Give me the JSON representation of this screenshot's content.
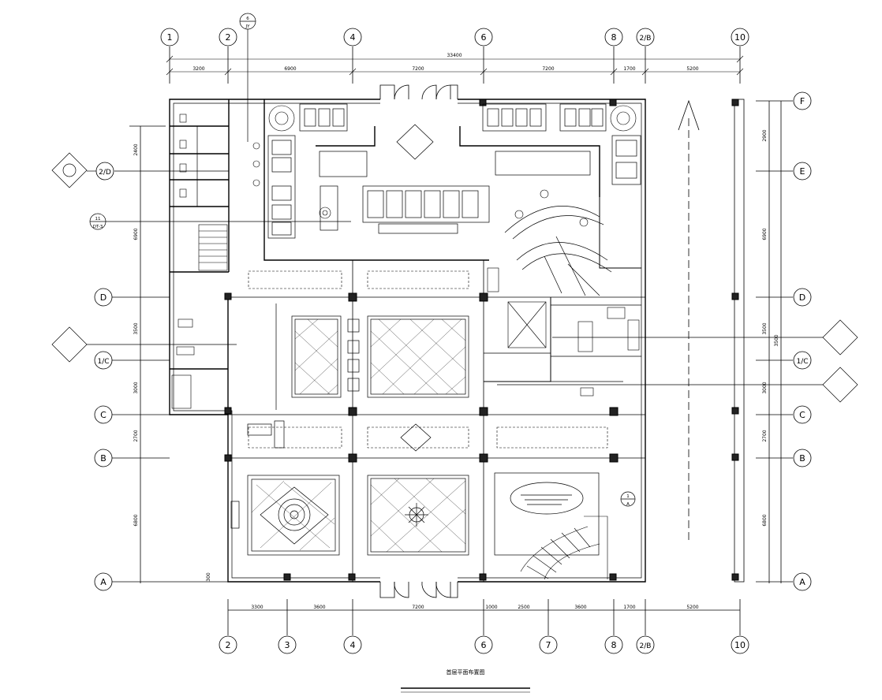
{
  "grid_top": [
    "1",
    "2",
    "4",
    "6",
    "8",
    "2/B",
    "10"
  ],
  "grid_bottom": [
    "2",
    "3",
    "4",
    "6",
    "7",
    "8",
    "2/B",
    "10"
  ],
  "grid_left": [
    "2/D",
    "D",
    "1/C",
    "C",
    "B",
    "A"
  ],
  "grid_right": [
    "F",
    "E",
    "D",
    "1/C",
    "C",
    "B",
    "A"
  ],
  "dims_top_total": "33400",
  "dims_top": [
    "3200",
    "6900",
    "7200",
    "7200",
    "1700",
    "5200"
  ],
  "dims_bottom": [
    "3300",
    "3600",
    "7200",
    "1000",
    "2500",
    "3600",
    "1700",
    "5200"
  ],
  "dims_left": [
    "2400",
    "6900",
    "3500",
    "3000",
    "2700",
    "6800"
  ],
  "dims_right": [
    "2900",
    "6900",
    "3500",
    "3000",
    "2700",
    "6800"
  ],
  "dims_right_outer": "3500",
  "left_bottom_dim": "300",
  "callout_11": {
    "num": "11",
    "sheet": "DT-3"
  },
  "callout_top": {
    "num": "6",
    "sheet": "JY"
  },
  "callout_right": {
    "num": "1",
    "sheet": "A"
  },
  "caption": "首层平面布置图"
}
